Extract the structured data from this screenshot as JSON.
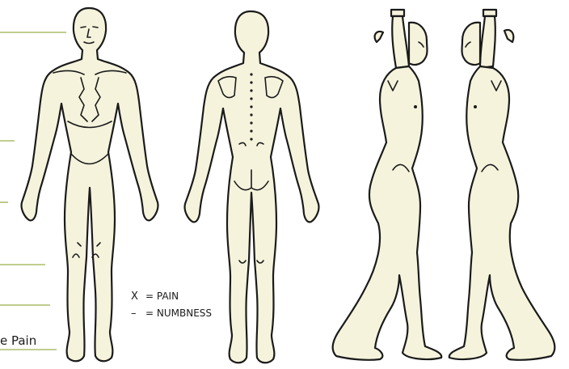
{
  "legend": {
    "pain_symbol": "X",
    "pain_label": "= PAIN",
    "numbness_symbol": "–",
    "numbness_label": "= NUMBNESS"
  },
  "left_label_fragment": "e Pain",
  "colors": {
    "figure_fill": "#f5f3dc",
    "outline": "#1b1b1b",
    "guide_line": "#9bb04a"
  },
  "views": [
    "front-view",
    "back-view",
    "right-side-view",
    "left-side-view"
  ]
}
